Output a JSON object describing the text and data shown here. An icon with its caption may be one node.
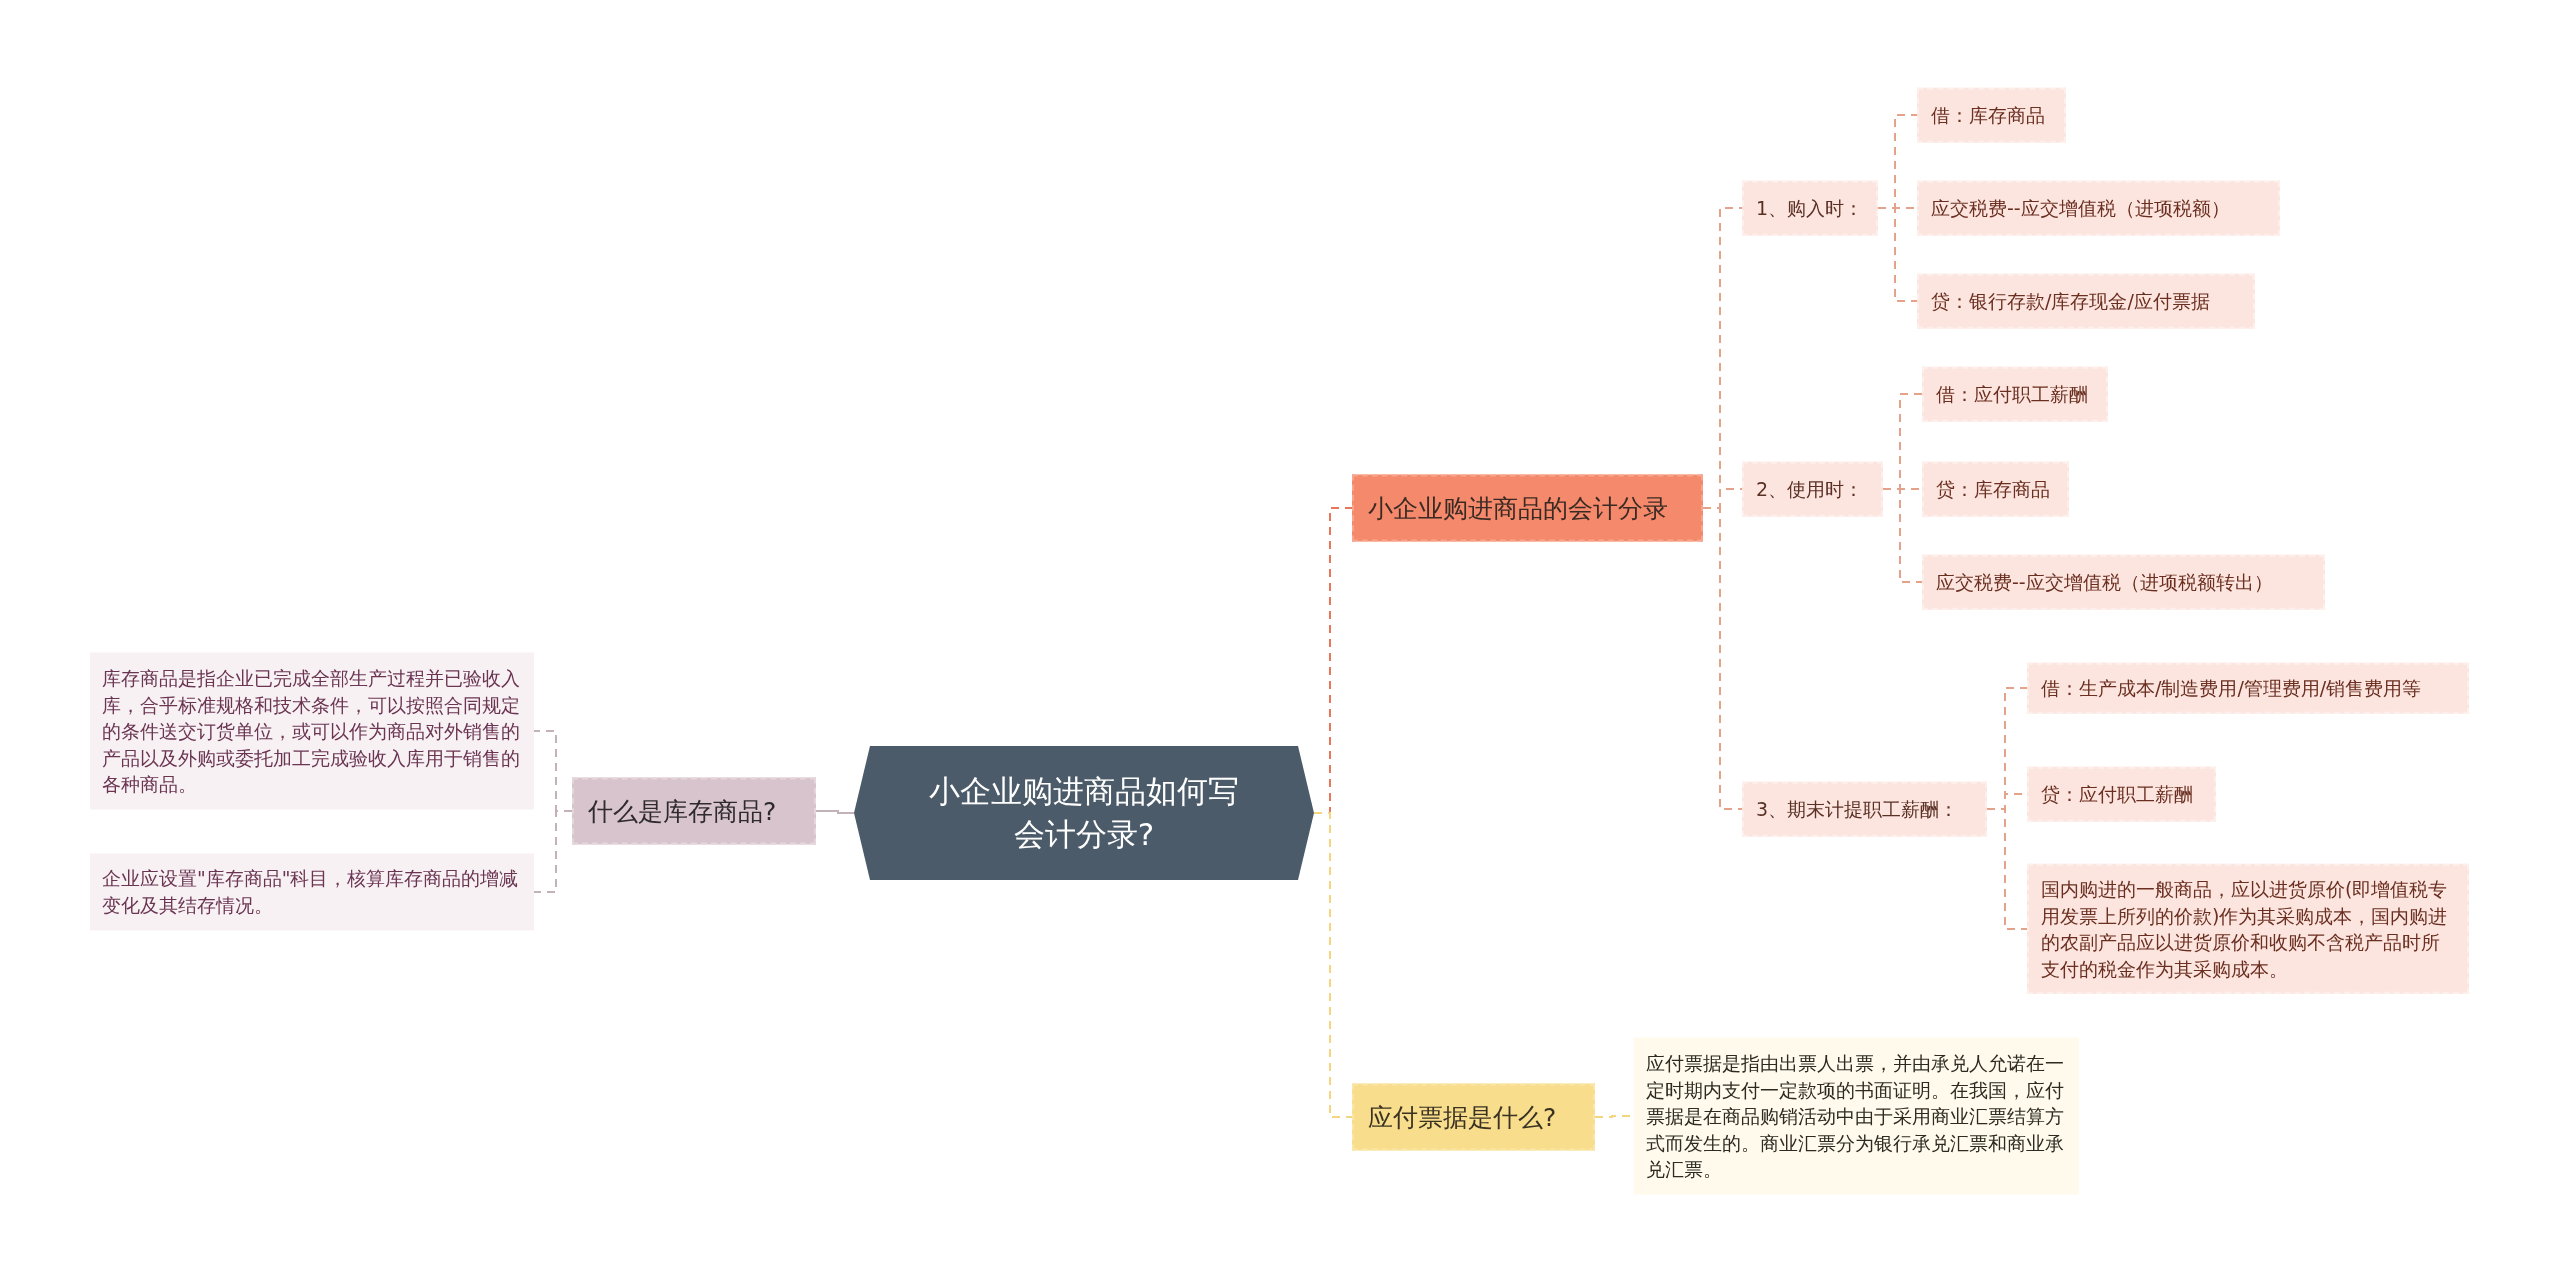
{
  "diagram": {
    "nodes": [
      {
        "text": [
          "小企业购进商品如何写会计分录?"
        ]
      },
      {
        "text": [
          "小企业购进商品的会计分录"
        ]
      },
      {
        "text": [
          "1、购入时："
        ]
      },
      {
        "text": [
          "借：库存商品"
        ]
      },
      {
        "text": [
          "应交税费--应交增值税（进项税额）"
        ]
      },
      {
        "text": [
          "贷：银行存款/库存现金/应付票据"
        ]
      },
      {
        "text": [
          "2、使用时："
        ]
      },
      {
        "text": [
          "借：应付职工薪酬"
        ]
      },
      {
        "text": [
          "贷：库存商品"
        ]
      },
      {
        "text": [
          "应交税费--应交增值税（进项税额转出）"
        ]
      },
      {
        "text": [
          "3、期末计提职工薪酬："
        ]
      },
      {
        "text": [
          "借：生产成本/制造费用/管理费用/销售费用等"
        ]
      },
      {
        "text": [
          "贷：应付职工薪酬"
        ]
      },
      {
        "text": [
          "国内购进的一般商品，应以进货原价(即增值税专用发票上所列的价款)作为其采购成本，国内购进的农副产品应以进货原价和收购不含税产品时所支付的税金作为其采购成本。"
        ]
      },
      {
        "text": [
          "应付票据是什么?"
        ]
      },
      {
        "text": [
          "应付票据是指由出票人出票，并由承兑人允诺在一定时期内支付一定款项的书面证明。在我国，应付票据是在商品购销活动中由于采用商业汇票结算方式而发生的。商业汇票分为银行承兑汇票和商业承兑汇票。"
        ]
      },
      {
        "text": [
          "什么是库存商品?"
        ]
      },
      {
        "text": [
          "库存商品是指企业已完成全部生产过程并已验收入库，合乎标准规格和技术条件，可以按照合同规定的条件送交订货单位，或可以作为商品对外销售的产品以及外购或委托加工完成验收入库用于销售的各种商品。"
        ]
      },
      {
        "text": [
          "企业应设置\"库存商品\"科目，核算库存商品的增减变化及其结存情况。"
        ]
      }
    ],
    "edges": [
      {
        "from": 0,
        "to": 1,
        "arrow": "none",
        "style": "dashed",
        "color": "#e8785c"
      },
      {
        "from": 1,
        "to": 2,
        "arrow": "none",
        "style": "dashed"
      },
      {
        "from": 2,
        "to": 3,
        "arrow": "none",
        "style": "dashed"
      },
      {
        "from": 2,
        "to": 4,
        "arrow": "none",
        "style": "dashed"
      },
      {
        "from": 2,
        "to": 5,
        "arrow": "none",
        "style": "dashed"
      },
      {
        "from": 1,
        "to": 6,
        "arrow": "none",
        "style": "dashed"
      },
      {
        "from": 6,
        "to": 7,
        "arrow": "none",
        "style": "dashed"
      },
      {
        "from": 6,
        "to": 8,
        "arrow": "none",
        "style": "dashed"
      },
      {
        "from": 6,
        "to": 9,
        "arrow": "none",
        "style": "dashed"
      },
      {
        "from": 1,
        "to": 10,
        "arrow": "none",
        "style": "dashed"
      },
      {
        "from": 10,
        "to": 11,
        "arrow": "none",
        "style": "dashed"
      },
      {
        "from": 10,
        "to": 12,
        "arrow": "none",
        "style": "dashed"
      },
      {
        "from": 10,
        "to": 13,
        "arrow": "none",
        "style": "dashed"
      },
      {
        "from": 0,
        "to": 14,
        "arrow": "none",
        "style": "dashed",
        "color": "#f3d67f"
      },
      {
        "from": 14,
        "to": 15,
        "arrow": "none",
        "style": "dashed",
        "color": "#f3d67f"
      },
      {
        "from": 0,
        "to": 16,
        "arrow": "none",
        "color": "#c4b2ba"
      },
      {
        "from": 16,
        "to": 17,
        "arrow": "none",
        "style": "dashed",
        "color": "#c4b2ba"
      },
      {
        "from": 16,
        "to": 18,
        "arrow": "none",
        "style": "dashed",
        "color": "#c4b2ba"
      }
    ]
  }
}
